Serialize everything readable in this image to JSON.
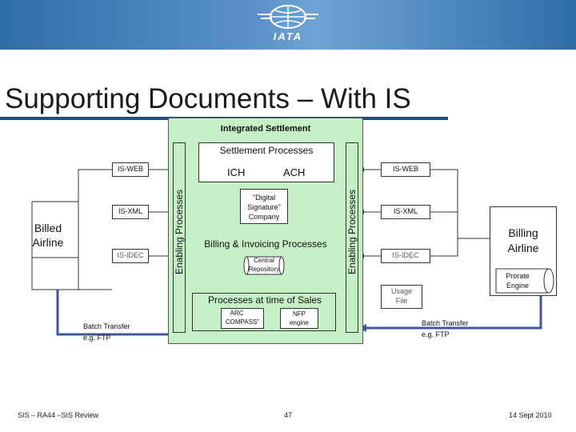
{
  "header": {
    "logo_text": "IATA"
  },
  "title": "Supporting Documents – With IS",
  "diagram": {
    "integrated_settlement": "Integrated Settlement",
    "settlement_processes": "Settlement Processes",
    "enabling_processes_left": "Enabling Processes",
    "enabling_processes_right": "Enabling Processes",
    "ich": "ICH",
    "ach": "ACH",
    "digital_signature": [
      "\"Digital",
      "Signature\"",
      "Company"
    ],
    "billing_invoicing": "Billing & Invoicing Processes",
    "central_repository": [
      "Central",
      "Repository"
    ],
    "processes_time_of_sales": "Processes at time of Sales",
    "arc_compass": [
      "ARC",
      "COMPASS\""
    ],
    "nfp_engine": [
      "NFP",
      "engine"
    ],
    "left": {
      "billed_airline": [
        "Billed",
        "Airline"
      ],
      "is_web": "IS-WEB",
      "is_xml": "IS-XML",
      "is_idec": "IS-IDEC",
      "batch_transfer": [
        "Batch Transfer",
        "e.g. FTP"
      ]
    },
    "right": {
      "billing_airline": [
        "Billing",
        "Airline"
      ],
      "is_web": "IS-WEB",
      "is_xml": "IS-XML",
      "is_idec": "IS-IDEC",
      "usage_file": [
        "Usage",
        "File"
      ],
      "prorate_engine": [
        "Prorate",
        "Engine"
      ],
      "batch_transfer": [
        "Batch Transfer",
        "e.g. FTP"
      ]
    }
  },
  "footer": {
    "left": "SIS – RA44 –SIS Review",
    "page": "47",
    "date": "14 Sept 2010"
  },
  "colors": {
    "header_blue": "#2f6da8",
    "panel_green": "#c6f0c6"
  }
}
